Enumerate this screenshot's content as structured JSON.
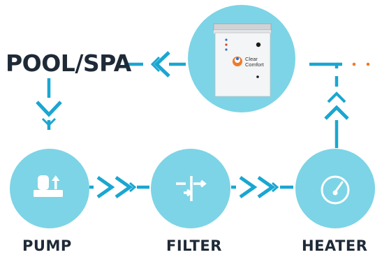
{
  "labels": {
    "pool_spa": "POOL/SPA",
    "pump": "PUMP",
    "filter": "FILTER",
    "heater": "HEATER"
  },
  "device": {
    "brand_line1": "Clear",
    "brand_line2": "Comfort"
  },
  "icons": [
    "pump-icon",
    "filter-icon",
    "gauge-icon",
    "clear-comfort-logo-icon"
  ],
  "colors": {
    "circle_fill": "#7dd4e6",
    "flow_blue": "#1aa6d1",
    "text_dark": "#1f2a37",
    "accent_orange": "#f07a28"
  }
}
